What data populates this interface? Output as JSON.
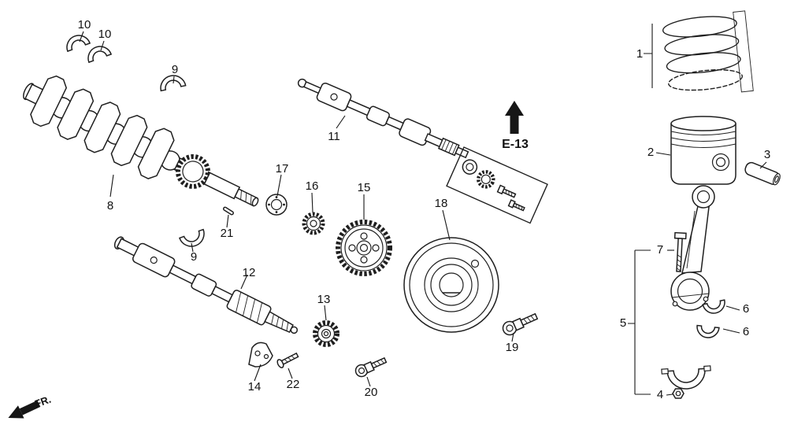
{
  "figure": {
    "background": "#ffffff",
    "line_color": "#1f1f1f",
    "section_ref": "E-13",
    "direction_label": "FR."
  },
  "callouts": [
    {
      "id": "10-upper",
      "text": "10"
    },
    {
      "id": "10-lower",
      "text": "10"
    },
    {
      "id": "9-upper",
      "text": "9"
    },
    {
      "id": "11",
      "text": "11"
    },
    {
      "id": "17",
      "text": "17"
    },
    {
      "id": "16",
      "text": "16"
    },
    {
      "id": "15",
      "text": "15"
    },
    {
      "id": "18",
      "text": "18"
    },
    {
      "id": "8",
      "text": "8"
    },
    {
      "id": "21",
      "text": "21"
    },
    {
      "id": "9-lower",
      "text": "9"
    },
    {
      "id": "12",
      "text": "12"
    },
    {
      "id": "13",
      "text": "13"
    },
    {
      "id": "14",
      "text": "14"
    },
    {
      "id": "22",
      "text": "22"
    },
    {
      "id": "20",
      "text": "20"
    },
    {
      "id": "19",
      "text": "19"
    },
    {
      "id": "1",
      "text": "1"
    },
    {
      "id": "2",
      "text": "2"
    },
    {
      "id": "3",
      "text": "3"
    },
    {
      "id": "7",
      "text": "7"
    },
    {
      "id": "6-upper",
      "text": "6"
    },
    {
      "id": "6-lower",
      "text": "6"
    },
    {
      "id": "5",
      "text": "5"
    },
    {
      "id": "4",
      "text": "4"
    }
  ]
}
